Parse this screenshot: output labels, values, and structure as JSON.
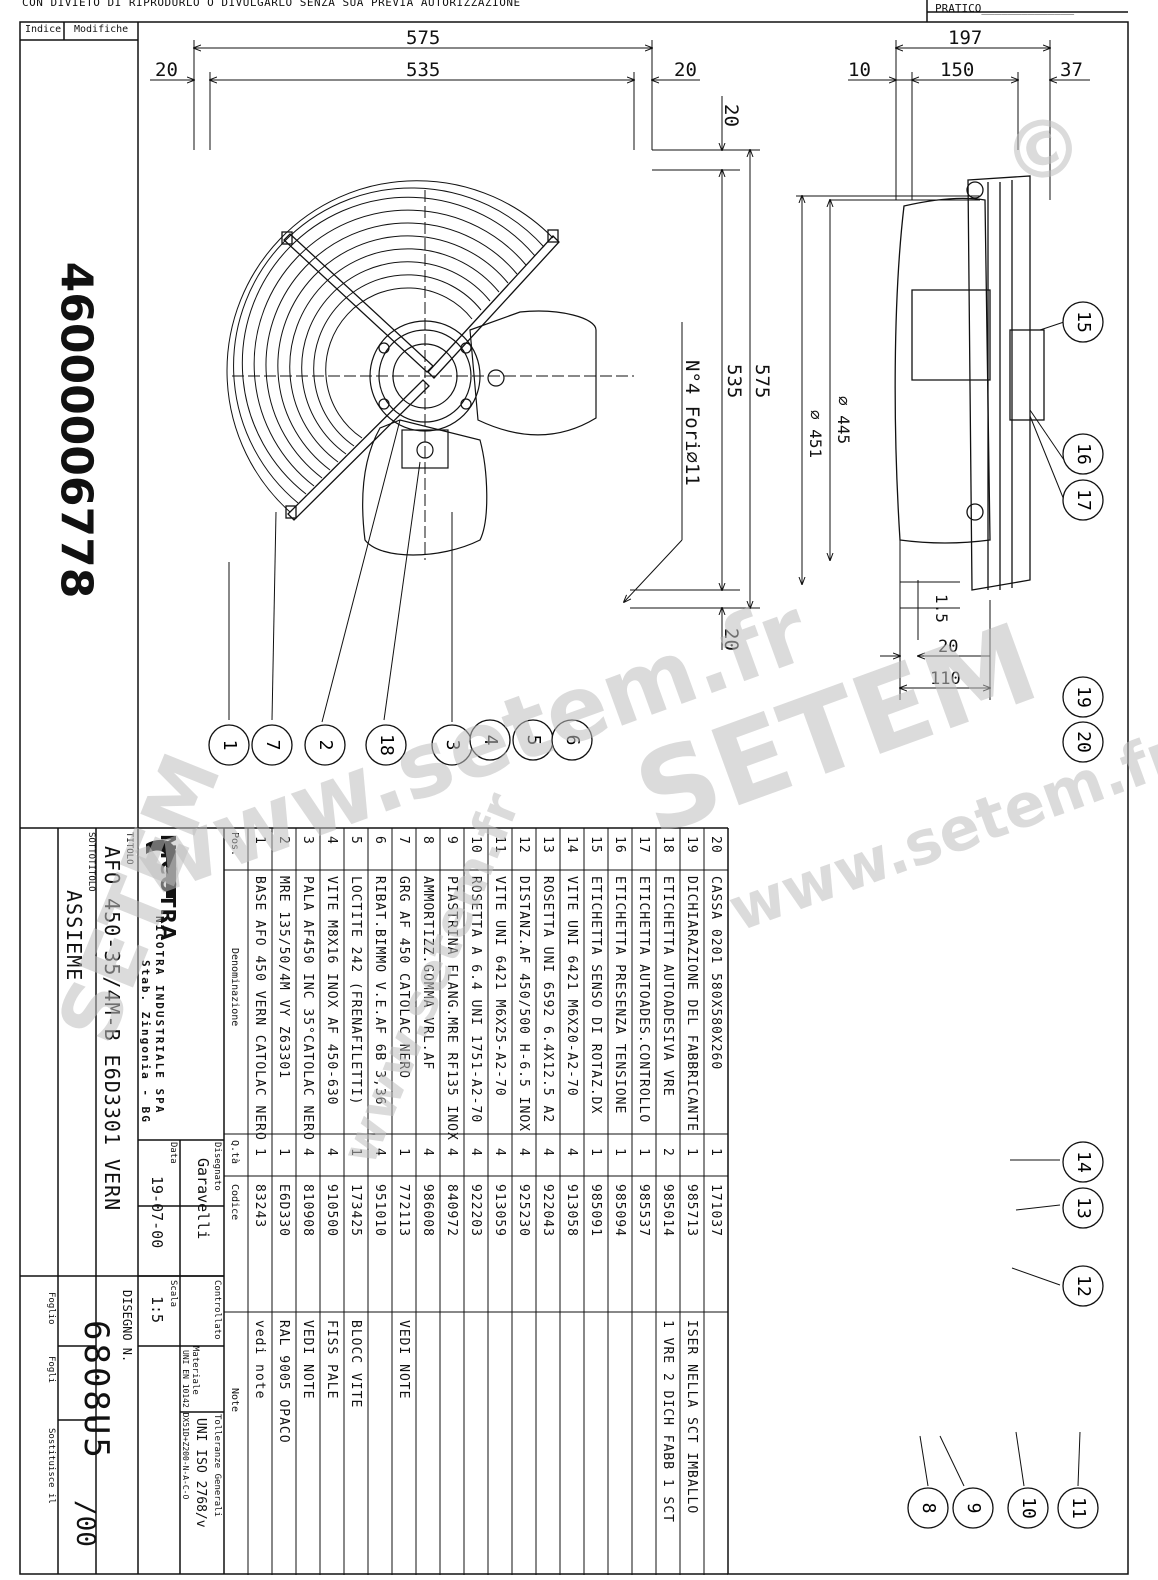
{
  "header": {
    "notice": "CON DIVIETO DI RIPRODURLO O DIVULGARLO SENZA SUA PREVIA AUTORIZZAZIONE",
    "pratico": "PRATICO"
  },
  "revision_block": {
    "indice": "Indice",
    "modifiche": "Modifiche"
  },
  "document_number": "46000006778",
  "dimensions": {
    "front_width_total": "575",
    "front_width_inner": "535",
    "front_margin_left": "20",
    "front_margin_right": "20",
    "front_height_total": "575",
    "front_height_inner": "535",
    "front_margin_top": "20",
    "front_margin_bottom": "20",
    "holes_note": "N°4 Fori⌀11",
    "side_total": "197",
    "side_left": "10",
    "side_middle": "150",
    "side_right": "37",
    "dia_445": "⌀ 445",
    "dia_451": "⌀ 451",
    "side_1_5": "1.5",
    "side_20": "20",
    "side_110": "110"
  },
  "balloons": [
    "1",
    "7",
    "2",
    "18",
    "3",
    "4",
    "5",
    "6",
    "15",
    "16",
    "17",
    "19",
    "20",
    "14",
    "13",
    "12",
    "8",
    "9",
    "10",
    "11"
  ],
  "bom": {
    "col_pos": "Pos.",
    "col_den": "Denominazione",
    "col_qty": "Q.tà",
    "col_code": "Codice",
    "col_note": "Note",
    "rows": [
      {
        "pos": "20",
        "den": "CASSA 0201 580X580X260",
        "qty": "1",
        "code": "171037",
        "note": ""
      },
      {
        "pos": "19",
        "den": "DICHIARAZIONE DEL FABBRICANTE",
        "qty": "1",
        "code": "985713",
        "note": "ISER NELLA SCT IMBALLO"
      },
      {
        "pos": "18",
        "den": "ETICHETTA AUTOADESIVA VRE",
        "qty": "2",
        "code": "985014",
        "note": "1 VRE 2 DICH FABB 1 SCT"
      },
      {
        "pos": "17",
        "den": "ETICHETTA AUTOADES.CONTROLLO",
        "qty": "1",
        "code": "985537",
        "note": ""
      },
      {
        "pos": "16",
        "den": "ETICHETTA PRESENZA TENSIONE",
        "qty": "1",
        "code": "985094",
        "note": ""
      },
      {
        "pos": "15",
        "den": "ETICHETTA SENSO DI ROTAZ.DX",
        "qty": "1",
        "code": "985091",
        "note": ""
      },
      {
        "pos": "14",
        "den": "VITE UNI 6421 M6X20-A2-70",
        "qty": "4",
        "code": "913058",
        "note": ""
      },
      {
        "pos": "13",
        "den": "ROSETTA UNI 6592 6.4X12.5 A2",
        "qty": "4",
        "code": "922043",
        "note": ""
      },
      {
        "pos": "12",
        "den": "DISTANZ.AF 450/500 H-6.5 INOX",
        "qty": "4",
        "code": "925230",
        "note": ""
      },
      {
        "pos": "11",
        "den": "VITE UNI 6421 M6X25-A2-70",
        "qty": "4",
        "code": "913059",
        "note": ""
      },
      {
        "pos": "10",
        "den": "ROSETTA A 6.4 UNI 1751-A2-70",
        "qty": "4",
        "code": "922203",
        "note": ""
      },
      {
        "pos": "9",
        "den": "PIASTRINA FLANG.MRE RF135 INOX",
        "qty": "4",
        "code": "840972",
        "note": ""
      },
      {
        "pos": "8",
        "den": "AMMORTIZZ.GOMMA VRL.AF",
        "qty": "4",
        "code": "986008",
        "note": ""
      },
      {
        "pos": "7",
        "den": "GRG AF 450 CATOLAC NERO",
        "qty": "1",
        "code": "772113",
        "note": "VEDI NOTE"
      },
      {
        "pos": "6",
        "den": "RIBAT.BIMMO V.E.AF 6B 3,36",
        "qty": "4",
        "code": "951010",
        "note": ""
      },
      {
        "pos": "5",
        "den": "LOCTITE 242 (FRENAFILETTI)",
        "qty": "1",
        "code": "173425",
        "note": "BLOCC VITE"
      },
      {
        "pos": "4",
        "den": "VITE M8X16 INOX AF 450-630",
        "qty": "4",
        "code": "910500",
        "note": "FISS PALE"
      },
      {
        "pos": "3",
        "den": "PALA AF450 INC 35°CATOLAC NERO",
        "qty": "4",
        "code": "810908",
        "note": "VEDI NOTE"
      },
      {
        "pos": "2",
        "den": "MRE 135/50/4M VY Z63301",
        "qty": "1",
        "code": "E6D330",
        "note": "RAL 9005 OPACO"
      },
      {
        "pos": "1",
        "den": "BASE AFO 450 VERN CATOLAC NERO",
        "qty": "1",
        "code": "83243",
        "note": "vedi note"
      }
    ]
  },
  "title_block": {
    "company_logo": "NICOTRA",
    "company_name": "NICOTRA INDUSTRIALE SPA",
    "company_site": "Stab. Zingonia - BG",
    "titolo_label": "TITOLO",
    "titolo": "AFO 450-35/4M-B E6D3301 VERN",
    "sottotitolo_label": "SOTTOTITOLO",
    "sottotitolo": "ASSIEME",
    "disegnato_label": "Disegnato",
    "disegnato": "Garavelli",
    "data_label": "Data",
    "data": "19-07-00",
    "controllato_label": "Controllato",
    "scala_label": "Scala",
    "scala": "1:5",
    "materiale_label": "Materiale",
    "materiale": "UNI EN 10142 DX51D+Z200-N-A-C-O",
    "tolleranze_label": "Tolleranze Generali",
    "tolleranze": "UNI ISO 2768/v",
    "disegno_label": "DISEGNO N.",
    "disegno_num": "6808U5",
    "revision": "/00",
    "foglio_label": "Foglio",
    "fogli_label": "Fogli",
    "sostituisce_label": "Sostituisce il"
  },
  "watermarks": [
    "www.setem.fr",
    "SETEM",
    "www.setem.fr",
    "SETEM",
    "www.setem.fr",
    "©"
  ]
}
